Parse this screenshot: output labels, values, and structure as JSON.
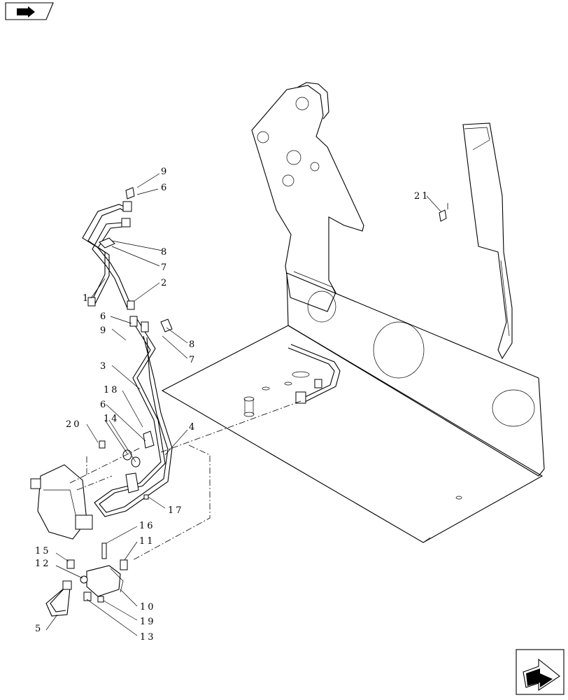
{
  "callouts": {
    "c1": "1",
    "c2": "2",
    "c3": "3",
    "c4": "4",
    "c5": "5",
    "c6a": "6",
    "c6b": "6",
    "c6c": "6",
    "c7a": "7",
    "c7b": "7",
    "c8a": "8",
    "c8b": "8",
    "c9a": "9",
    "c9b": "9",
    "c10": "10",
    "c11": "11",
    "c12": "12",
    "c13": "13",
    "c14": "14",
    "c15": "15",
    "c16": "16",
    "c17": "17",
    "c18": "18",
    "c19": "19",
    "c20": "20",
    "c21": "21"
  },
  "icons": {
    "top_left": "previous-page-icon",
    "bottom_right": "next-page-icon"
  }
}
